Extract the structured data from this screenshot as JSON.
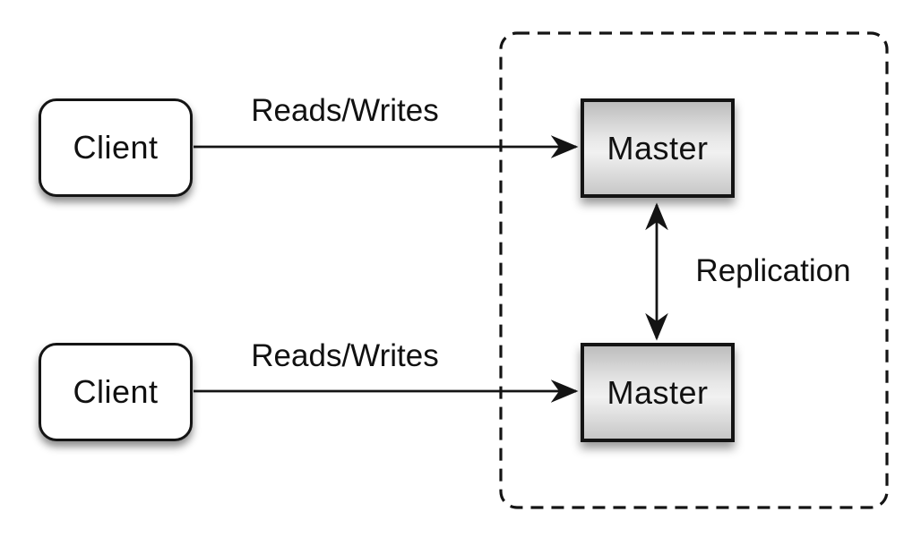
{
  "diagram": {
    "title": "master-master-replication-diagram",
    "nodes": {
      "client1": {
        "label": "Client"
      },
      "client2": {
        "label": "Client"
      },
      "master1": {
        "label": "Master"
      },
      "master2": {
        "label": "Master"
      }
    },
    "edges": {
      "reads_writes_top": {
        "label": "Reads/Writes",
        "from": "client1",
        "to": "master1",
        "direction": "one-way"
      },
      "reads_writes_bottom": {
        "label": "Reads/Writes",
        "from": "client2",
        "to": "master2",
        "direction": "one-way"
      },
      "replication": {
        "label": "Replication",
        "from": "master1",
        "to": "master2",
        "direction": "two-way"
      }
    },
    "boundary": {
      "style": "dashed-rounded-rectangle",
      "contains": [
        "master1",
        "master2"
      ]
    },
    "colors": {
      "background": "#ffffff",
      "stroke": "#141414",
      "text": "#111111",
      "client_fill": "#ffffff",
      "master_fill_top": "#bdbdbd",
      "master_fill_mid": "#f1f1f1",
      "master_fill_bottom": "#c7c7c7"
    }
  }
}
